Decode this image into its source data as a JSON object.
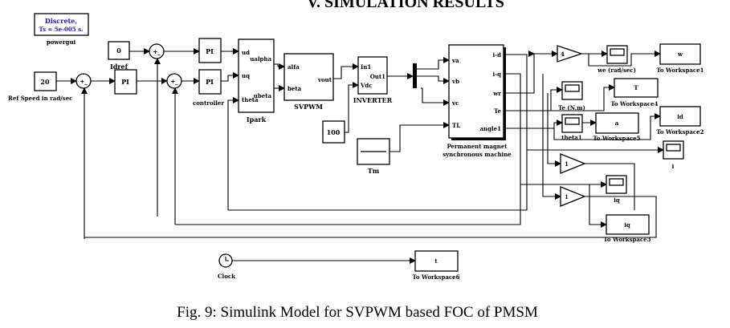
{
  "section_heading": "V.  SIMULATION RESULTS",
  "caption": "Fig. 9: Simulink Model for SVPWM based FOC of PMSM",
  "powergui": {
    "line1": "Discrete,",
    "line2": "Ts = 5e-005 s.",
    "label": "powergui"
  },
  "idref": {
    "value": "0",
    "label": "Idref"
  },
  "ref_speed": {
    "value": "20",
    "label": "Ref Speed  in rad/sec"
  },
  "sum_sign": "+_",
  "pi_label": "PI",
  "controller_label": "controller",
  "ipark": {
    "label": "Ipark",
    "in": [
      "ud",
      "uq",
      "theta"
    ],
    "out": [
      "ualpha",
      "ubeta"
    ]
  },
  "svpwm": {
    "label": "SVPWM",
    "in": [
      "alfa",
      "beta"
    ],
    "out": "vout"
  },
  "inverter": {
    "label": "INVERTER",
    "in": [
      "In1",
      "Vdc"
    ],
    "out": "Out1"
  },
  "vdc": {
    "value": "100"
  },
  "tm": {
    "label": "Tm"
  },
  "pmsm": {
    "label1": "Permanent magnet",
    "label2": "synchronous machine",
    "in": [
      "va",
      "vb",
      "vc",
      "TL"
    ],
    "out": [
      "i-d",
      "i-q",
      "wr",
      "Te",
      "angle1"
    ]
  },
  "gain4": "4",
  "gain1": "1",
  "scopes": {
    "we": "we (rad/sec)",
    "te": "Te (N.m)",
    "theta": "theta1",
    "i": "i",
    "iq": "iq"
  },
  "workspaces": [
    {
      "var": "w",
      "label": "To Workspace1"
    },
    {
      "var": "T",
      "label": "To Workspace4"
    },
    {
      "var": "a",
      "label": "To Workspace5"
    },
    {
      "var": "id",
      "label": "To Workspace2"
    },
    {
      "var": "iq",
      "label": "To Workspace3"
    },
    {
      "var": "t",
      "label": "To Workspace6"
    }
  ],
  "clock": {
    "label": "Clock"
  }
}
